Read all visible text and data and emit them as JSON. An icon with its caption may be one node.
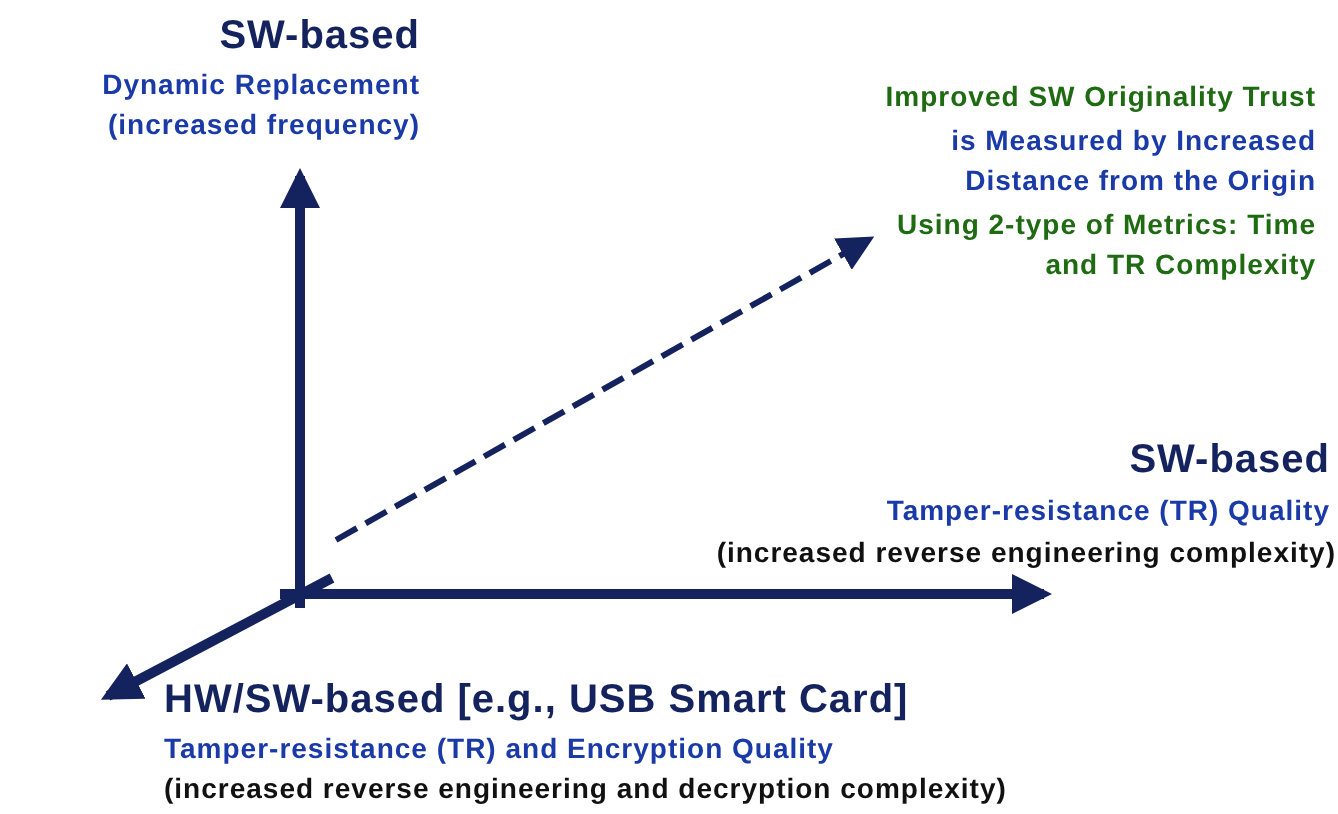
{
  "diagram": {
    "labels": [
      "SW-based",
      "Dynamic Replacement (increased frequency)",
      "Improved SW Originality Trust",
      "is Measured by Increased Distance from the Origin",
      "Using 2-type of Metrics: Time and TR Complexity",
      "SW-based",
      "Tamper-resistance (TR) Quality",
      "(increased reverse engineering complexity)",
      "HW/SW-based [e.g., USB Smart Card]",
      "Tamper-resistance (TR) and Encryption Quality",
      "(increased reverse engineering and decryption complexity)"
    ]
  }
}
